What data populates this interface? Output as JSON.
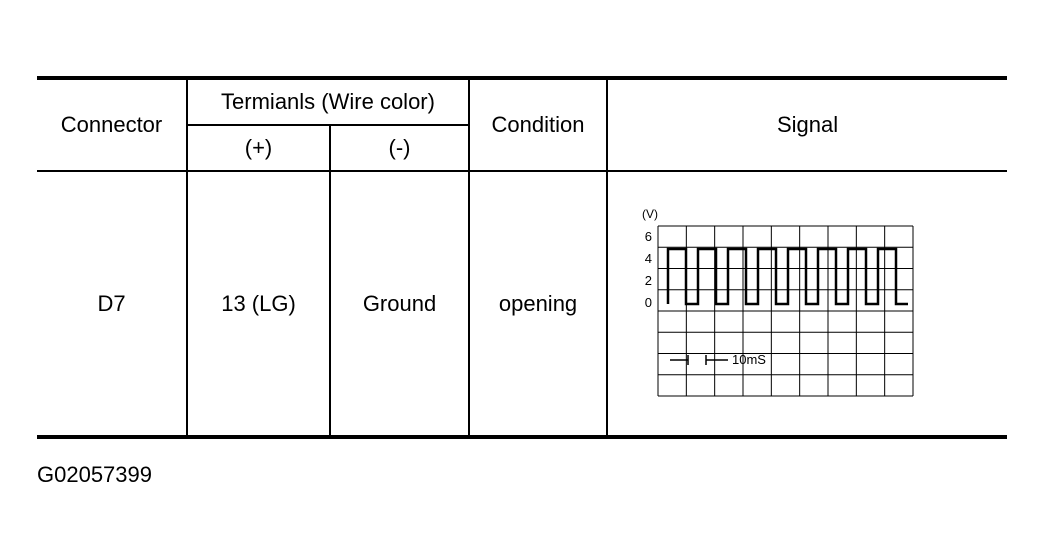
{
  "table": {
    "headers": {
      "connector": "Connector",
      "terminals": "Termianls (Wire color)",
      "plus": "(+)",
      "minus": "(-)",
      "condition": "Condition",
      "signal": "Signal"
    },
    "row": {
      "connector": "D7",
      "plus": "13 (LG)",
      "minus": "Ground",
      "condition": "opening"
    }
  },
  "signal_scope": {
    "unit_label": "(V)",
    "y_ticks": [
      "6",
      "4",
      "2",
      "0"
    ],
    "time_label": "10mS",
    "pulse_high_v": 5,
    "pulse_low_v": 0,
    "pulse_count": 8
  },
  "footer": {
    "code": "G02057399"
  }
}
